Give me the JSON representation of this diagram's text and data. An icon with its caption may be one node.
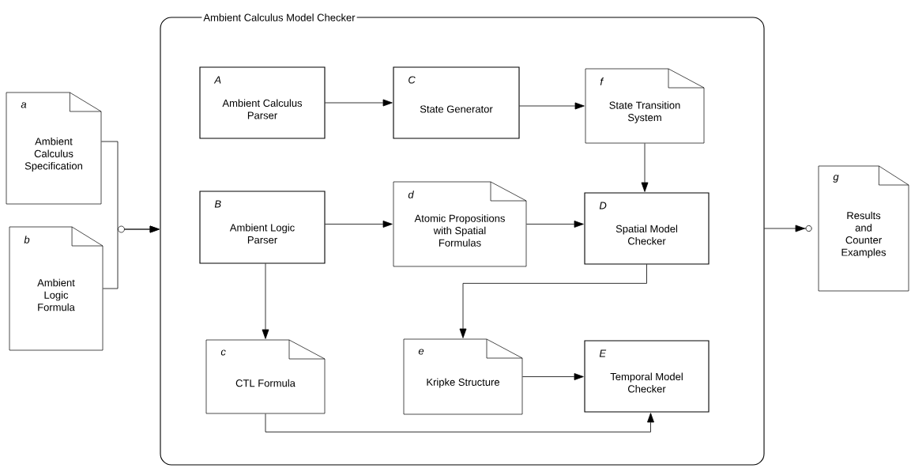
{
  "diagram": {
    "nodes": [
      {
        "text": [
          "a",
          "Ambient Calculus Specification"
        ]
      },
      {
        "text": [
          "b",
          "Ambient Logic Formula"
        ]
      },
      {
        "text": [
          "Ambient Calculus Model Checker"
        ]
      },
      {
        "text": [
          "A",
          "Ambient Calculus Parser"
        ],
        "in": 2
      },
      {
        "text": [
          "C",
          "State Generator"
        ],
        "in": 2
      },
      {
        "text": [
          "f",
          "State Transition System"
        ],
        "in": 2
      },
      {
        "text": [
          "B",
          "Ambient Logic Parser"
        ],
        "in": 2
      },
      {
        "text": [
          "d",
          "Atomic Propositions with Spatial Formulas"
        ],
        "in": 2
      },
      {
        "text": [
          "D",
          "Spatial Model Checker"
        ],
        "in": 2
      },
      {
        "text": [
          "c",
          "CTL Formula"
        ],
        "in": 2
      },
      {
        "text": [
          "e",
          "Kripke Structure"
        ],
        "in": 2
      },
      {
        "text": [
          "E",
          "Temporal Model Checker"
        ],
        "in": 2
      },
      {
        "text": [
          "g",
          "Results and Counter Examples"
        ]
      }
    ],
    "edges": [
      {
        "from": 0,
        "to": 2,
        "arrow": "to"
      },
      {
        "from": 1,
        "to": 2,
        "arrow": "to"
      },
      {
        "from": 3,
        "to": 4,
        "arrow": "to"
      },
      {
        "from": 4,
        "to": 5,
        "arrow": "to"
      },
      {
        "from": 5,
        "to": 8,
        "arrow": "to"
      },
      {
        "from": 6,
        "to": 7,
        "arrow": "to"
      },
      {
        "from": 7,
        "to": 8,
        "arrow": "to"
      },
      {
        "from": 6,
        "to": 9,
        "arrow": "to"
      },
      {
        "from": 8,
        "to": 10,
        "arrow": "to"
      },
      {
        "from": 10,
        "to": 11,
        "arrow": "to"
      },
      {
        "from": 9,
        "to": 11,
        "arrow": "to"
      },
      {
        "from": 2,
        "to": 12,
        "arrow": "to"
      }
    ]
  }
}
